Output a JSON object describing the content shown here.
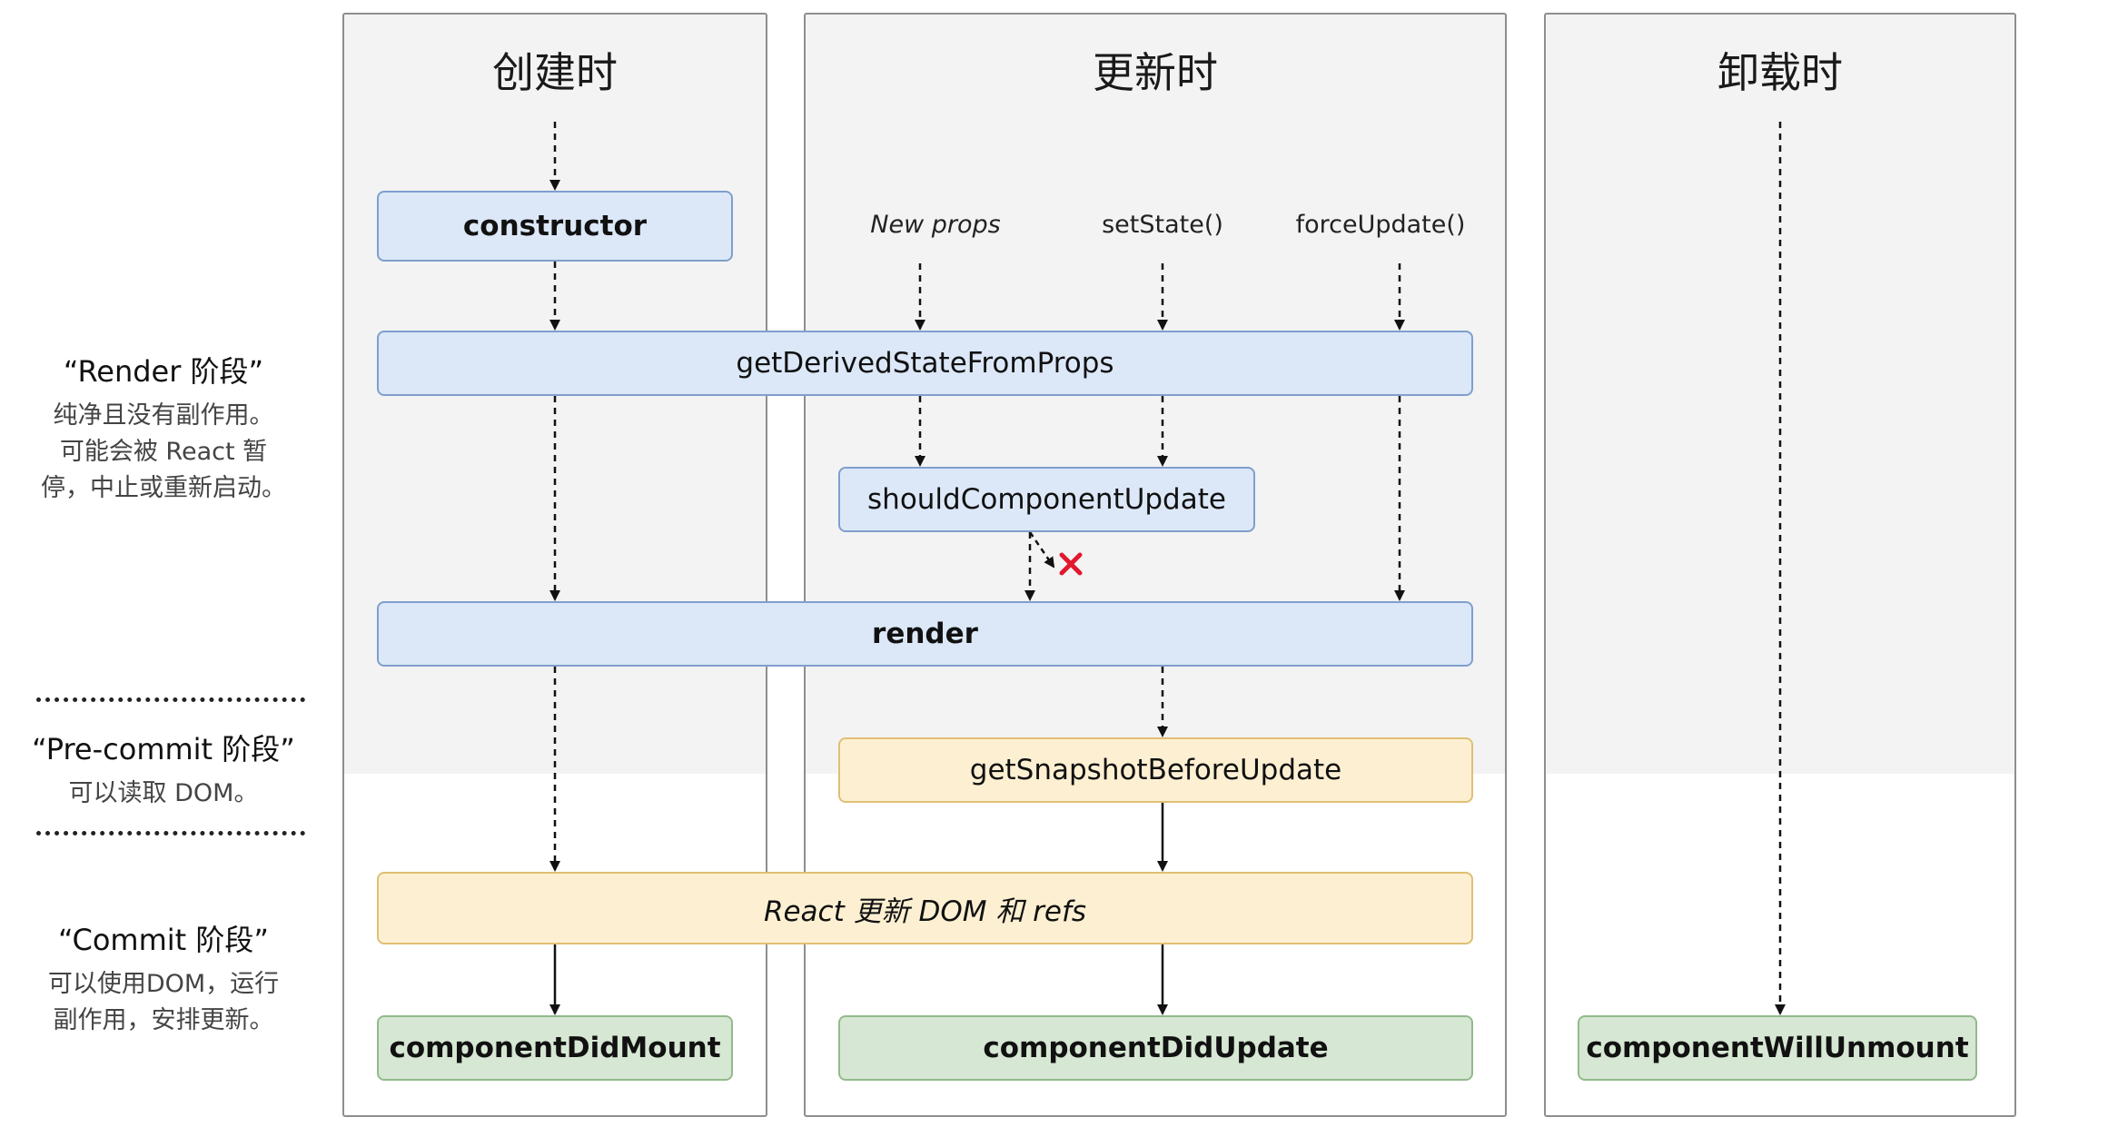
{
  "columns": {
    "mount": {
      "title": "创建时"
    },
    "update": {
      "title": "更新时"
    },
    "unmount": {
      "title": "卸载时"
    }
  },
  "phases": {
    "render": {
      "title": "“Render 阶段”",
      "desc": [
        "纯净且没有副作用。",
        "可能会被 React 暂",
        "停，中止或重新启动。"
      ]
    },
    "precommit": {
      "title": "“Pre-commit 阶段”",
      "desc": [
        "可以读取 DOM。"
      ]
    },
    "commit": {
      "title": "“Commit 阶段”",
      "desc": [
        "可以使用DOM，运行",
        "副作用，安排更新。"
      ]
    }
  },
  "triggers": {
    "new_props": "New props",
    "set_state": "setState()",
    "force_update": "forceUpdate()"
  },
  "nodes": {
    "constructor": "constructor",
    "get_derived_state": "getDerivedStateFromProps",
    "should_update": "shouldComponentUpdate",
    "render": "render",
    "get_snapshot": "getSnapshotBeforeUpdate",
    "react_update_dom": "React 更新 DOM 和 refs",
    "did_mount": "componentDidMount",
    "did_update": "componentDidUpdate",
    "will_unmount": "componentWillUnmount"
  },
  "colors": {
    "render_phase_node": "#dce8f8",
    "precommit_phase_node": "#fdf0d2",
    "commit_phase_node": "#d6e7d3",
    "stop_mark": "#e0192f"
  },
  "icons": {
    "stop": "cross-icon"
  }
}
